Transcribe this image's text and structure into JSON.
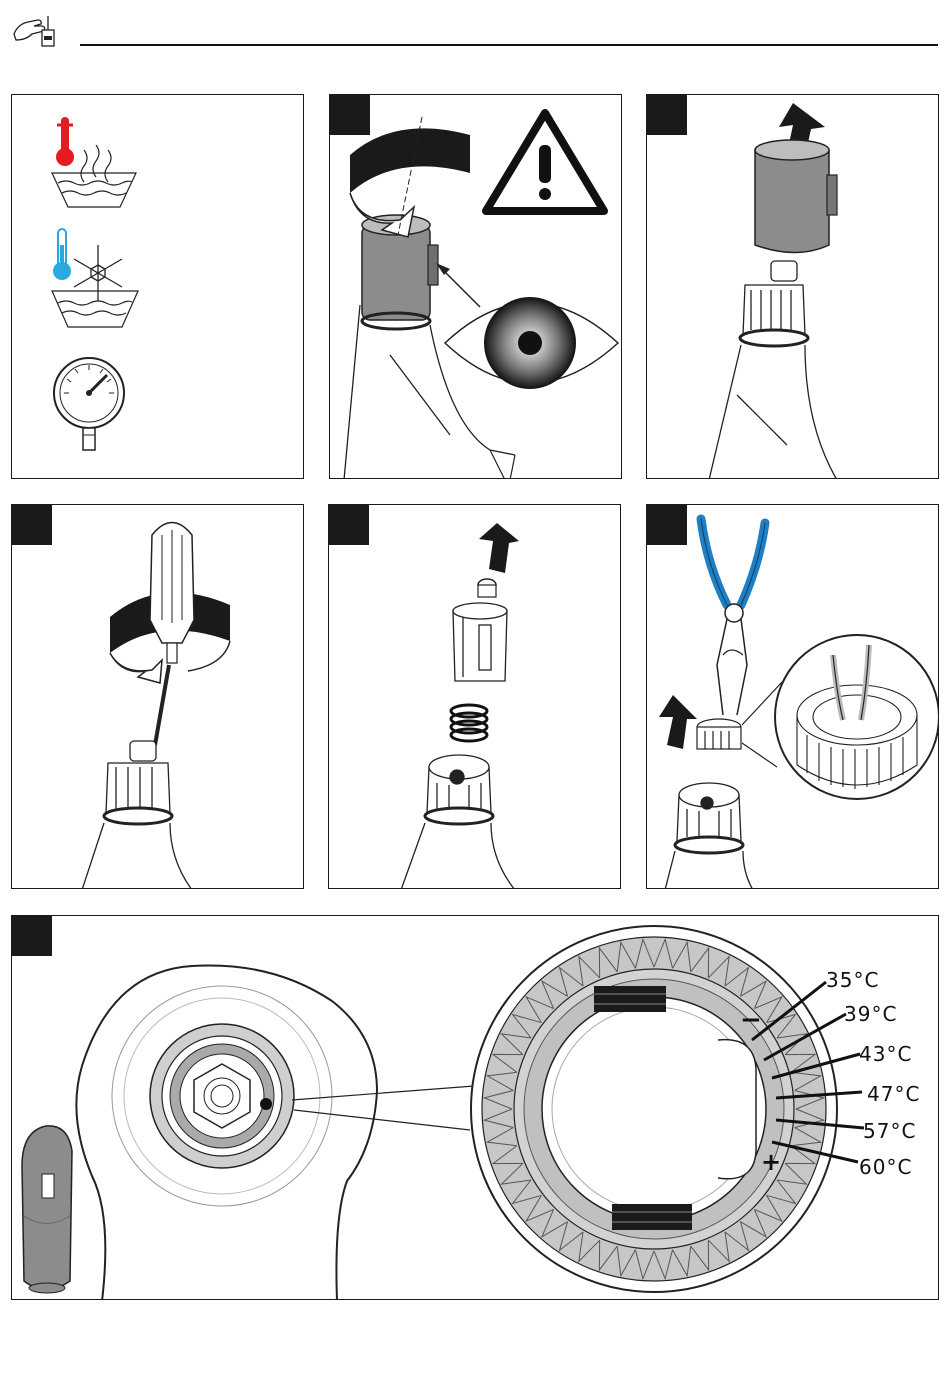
{
  "colors": {
    "hot_thermometer": "#e31b23",
    "cold_thermometer": "#2aa8e0",
    "pliers_handle": "#1f7fc4",
    "cartridge_gray": "#8c8c8c",
    "step_marker": "#1a1a1a"
  },
  "icons": {
    "header": "hand-tool-manual-icon",
    "hot": "hot-water-thermometer-icon",
    "cold": "cold-water-snowflake-icon",
    "pressure": "pressure-gauge-icon",
    "warning": "warning-triangle-icon",
    "eye": "eye-icon"
  },
  "temperature_scale": {
    "minus_sign": "−",
    "plus_sign": "+",
    "labels": [
      "35°C",
      "39°C",
      "43°C",
      "47°C",
      "57°C",
      "60°C"
    ]
  }
}
